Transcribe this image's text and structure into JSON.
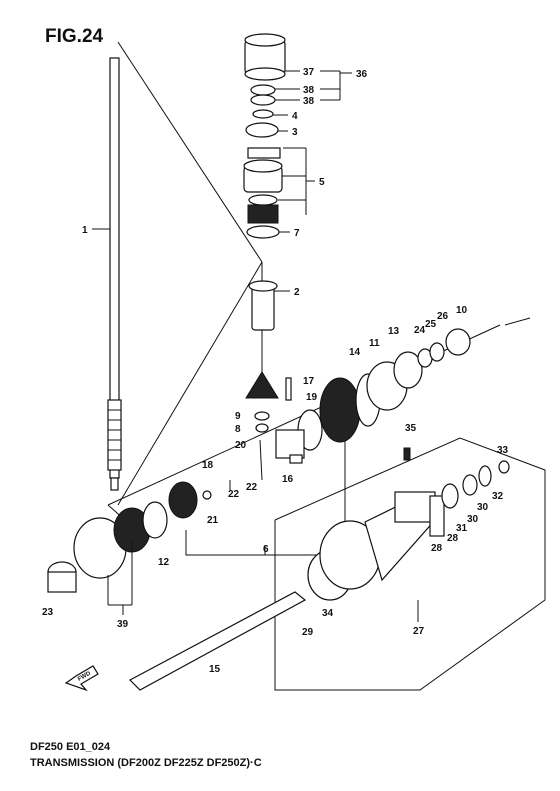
{
  "figure": {
    "title": "FIG.24",
    "code": "DF250 E01_024",
    "caption": "TRANSMISSION (DF200Z DF225Z DF250Z)·C"
  },
  "callouts": [
    "37",
    "36",
    "38",
    "38",
    "4",
    "3",
    "5",
    "7",
    "1",
    "2",
    "10",
    "13",
    "25",
    "26",
    "24",
    "11",
    "14",
    "17",
    "19",
    "9",
    "8",
    "35",
    "20",
    "18",
    "22",
    "22",
    "16",
    "33",
    "21",
    "12",
    "32",
    "30",
    "30",
    "31",
    "28",
    "28",
    "6",
    "23",
    "39",
    "34",
    "29",
    "27",
    "15"
  ],
  "arrow_label": "FWD"
}
